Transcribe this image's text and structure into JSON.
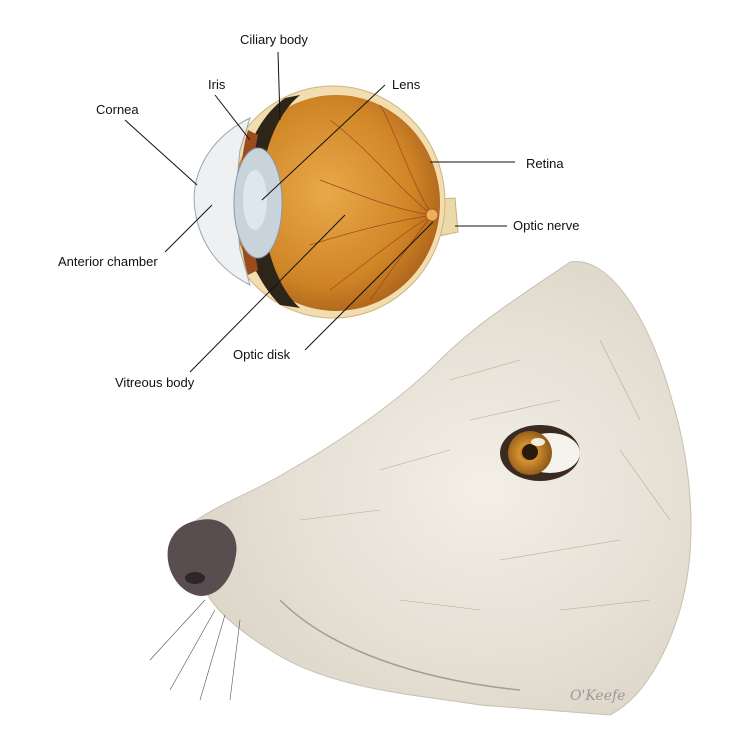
{
  "labels": {
    "ciliary_body": "Ciliary body",
    "iris": "Iris",
    "cornea": "Cornea",
    "lens": "Lens",
    "retina": "Retina",
    "optic_nerve": "Optic nerve",
    "anterior_chamber": "Anterior chamber",
    "optic_disk": "Optic disk",
    "vitreous_body": "Vitreous body"
  },
  "signature": "O'Keefe",
  "colors": {
    "eye_interior": "#d08a2a",
    "eye_dark": "#3a2a1a",
    "lens": "#c9d3dc",
    "fur": "#ebe6dc",
    "nose": "#5a4d4f",
    "dog_iris": "#c5802a"
  }
}
